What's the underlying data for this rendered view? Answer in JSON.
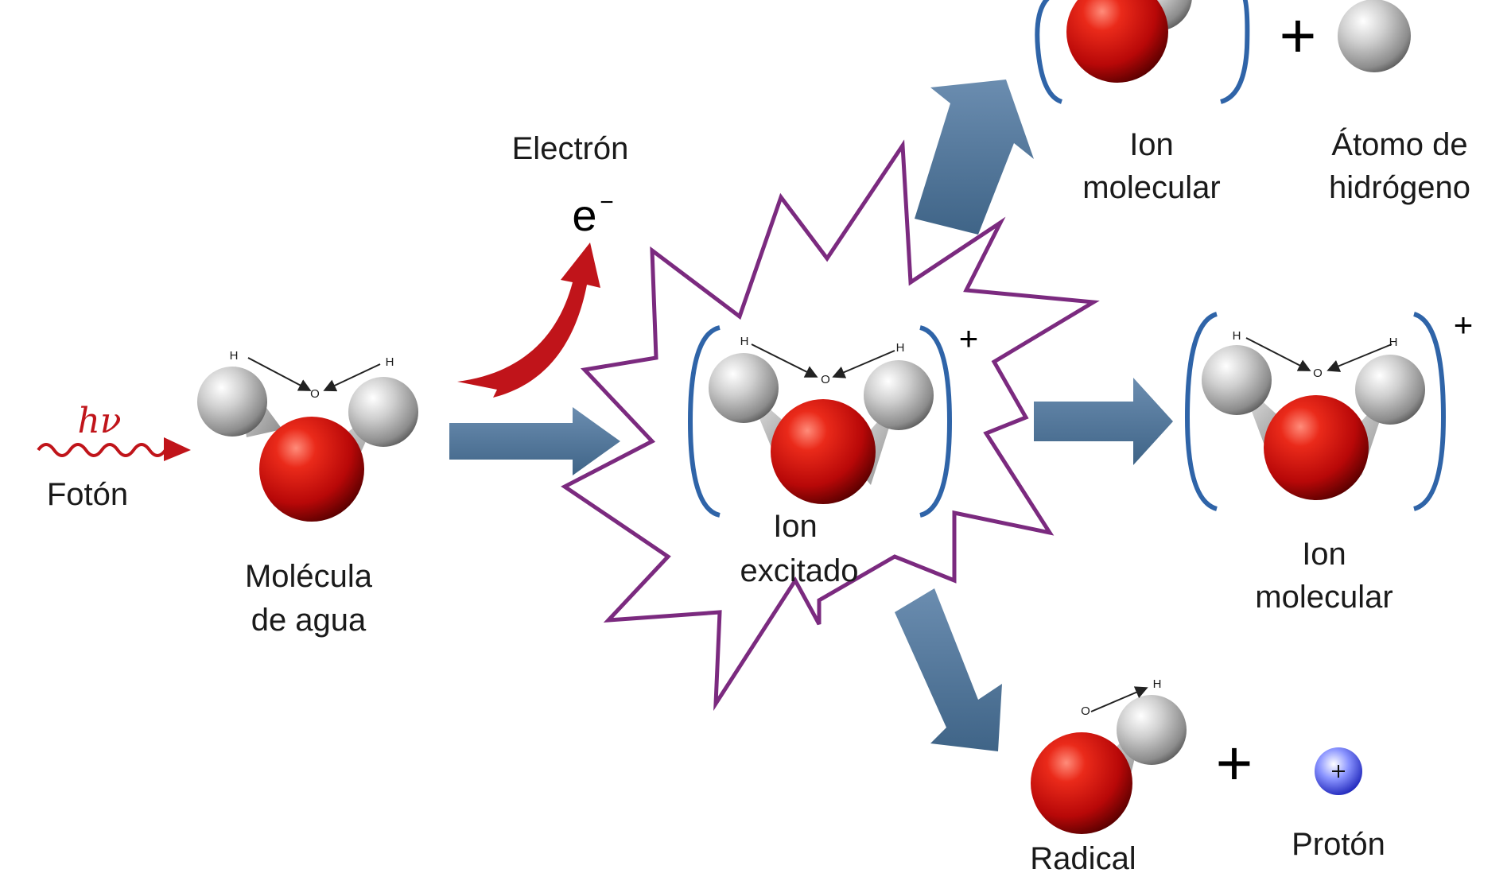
{
  "photon": {
    "symbol": "hν",
    "label": "Fotón"
  },
  "water": {
    "label_line1": "Molécula",
    "label_line2": "de agua",
    "atom_h": "H",
    "atom_o": "O"
  },
  "electron": {
    "label": "Electrón",
    "symbol": "e",
    "charge": "−"
  },
  "excited_ion": {
    "label_line1": "Ion",
    "label_line2": "excitado",
    "charge": "+"
  },
  "product_top": {
    "ion_line1": "Ion",
    "ion_line2": "molecular",
    "plus": "+",
    "atom_line1": "Átomo de",
    "atom_line2": "hidrógeno"
  },
  "product_middle": {
    "label_line1": "Ion",
    "label_line2": "molecular",
    "charge": "+"
  },
  "product_bottom": {
    "radical_label": "Radical",
    "plus": "+",
    "proton_label": "Protón"
  },
  "colors": {
    "oxygen": "#d10d0d",
    "hydrogen": "#c8c8c8",
    "arrow": "#4f7395",
    "bracket": "#2f64a8",
    "burst": "#7b2a7f",
    "photon": "#c0141a",
    "proton": "#2f3fe0"
  }
}
